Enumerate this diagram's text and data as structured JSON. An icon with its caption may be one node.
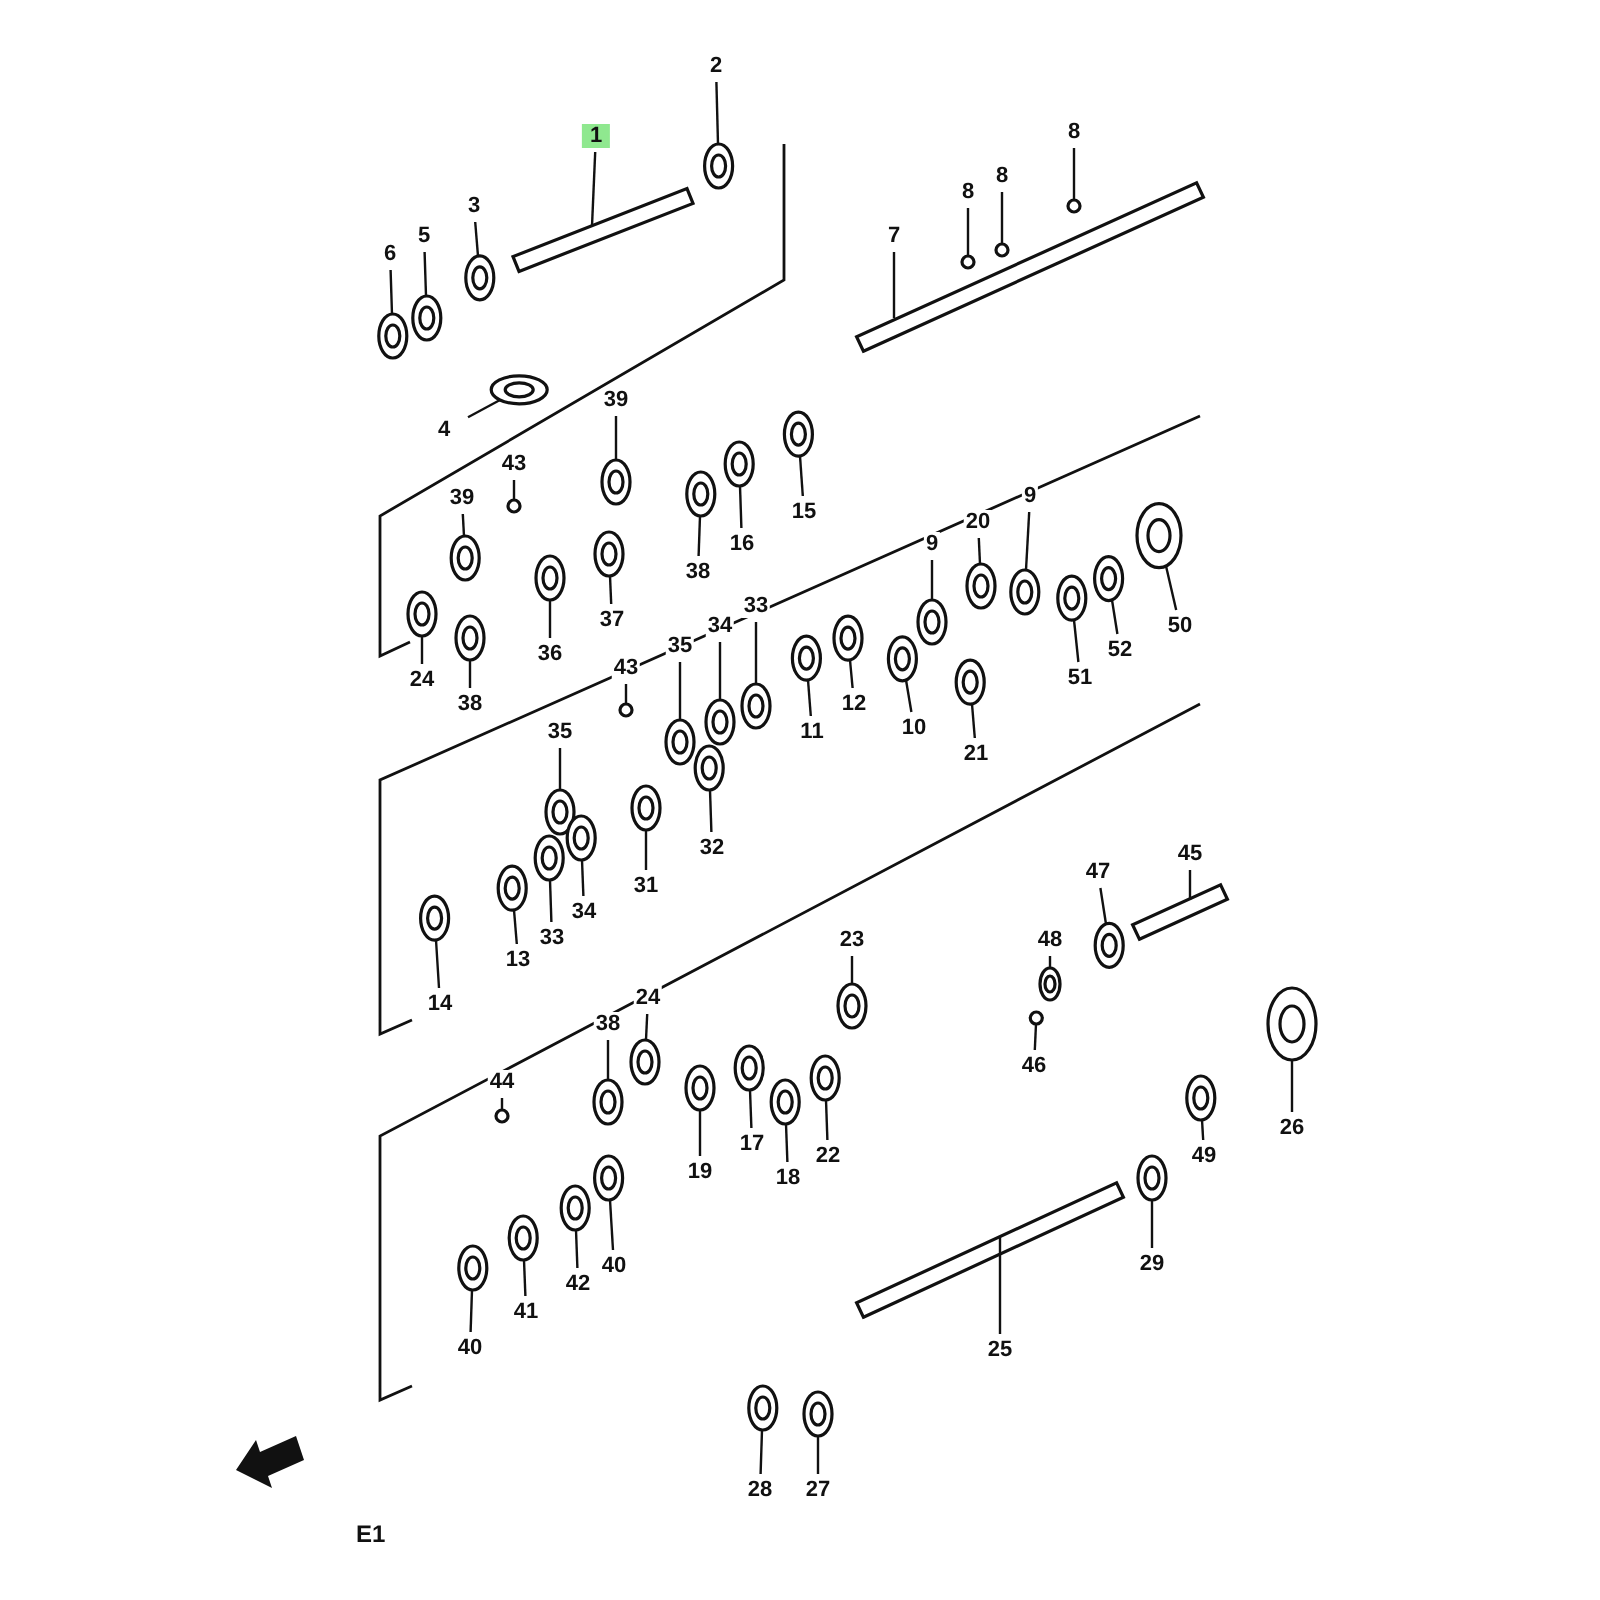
{
  "diagram": {
    "nodes": [
      {
        "text": [
          "1"
        ]
      },
      {
        "text": [
          "2"
        ]
      },
      {
        "text": [
          "3"
        ]
      },
      {
        "text": [
          "4"
        ]
      },
      {
        "text": [
          "5"
        ]
      },
      {
        "text": [
          "6"
        ]
      },
      {
        "text": [
          "7"
        ]
      },
      {
        "text": [
          "8"
        ]
      },
      {
        "text": [
          "8"
        ]
      },
      {
        "text": [
          "8"
        ]
      },
      {
        "text": [
          "39"
        ]
      },
      {
        "text": [
          "43"
        ]
      },
      {
        "text": [
          "39"
        ]
      },
      {
        "text": [
          "15"
        ]
      },
      {
        "text": [
          "16"
        ]
      },
      {
        "text": [
          "9"
        ]
      },
      {
        "text": [
          "20"
        ]
      },
      {
        "text": [
          "9"
        ]
      },
      {
        "text": [
          "38"
        ]
      },
      {
        "text": [
          "37"
        ]
      },
      {
        "text": [
          "36"
        ]
      },
      {
        "text": [
          "50"
        ]
      },
      {
        "text": [
          "52"
        ]
      },
      {
        "text": [
          "51"
        ]
      },
      {
        "text": [
          "24"
        ]
      },
      {
        "text": [
          "38"
        ]
      },
      {
        "text": [
          "33"
        ]
      },
      {
        "text": [
          "34"
        ]
      },
      {
        "text": [
          "35"
        ]
      },
      {
        "text": [
          "43"
        ]
      },
      {
        "text": [
          "12"
        ]
      },
      {
        "text": [
          "10"
        ]
      },
      {
        "text": [
          "11"
        ]
      },
      {
        "text": [
          "21"
        ]
      },
      {
        "text": [
          "35"
        ]
      },
      {
        "text": [
          "32"
        ]
      },
      {
        "text": [
          "31"
        ]
      },
      {
        "text": [
          "34"
        ]
      },
      {
        "text": [
          "33"
        ]
      },
      {
        "text": [
          "13"
        ]
      },
      {
        "text": [
          "14"
        ]
      },
      {
        "text": [
          "45"
        ]
      },
      {
        "text": [
          "47"
        ]
      },
      {
        "text": [
          "48"
        ]
      },
      {
        "text": [
          "23"
        ]
      },
      {
        "text": [
          "24"
        ]
      },
      {
        "text": [
          "38"
        ]
      },
      {
        "text": [
          "46"
        ]
      },
      {
        "text": [
          "44"
        ]
      },
      {
        "text": [
          "26"
        ]
      },
      {
        "text": [
          "22"
        ]
      },
      {
        "text": [
          "17"
        ]
      },
      {
        "text": [
          "19"
        ]
      },
      {
        "text": [
          "49"
        ]
      },
      {
        "text": [
          "18"
        ]
      },
      {
        "text": [
          "29"
        ]
      },
      {
        "text": [
          "40"
        ]
      },
      {
        "text": [
          "42"
        ]
      },
      {
        "text": [
          "41"
        ]
      },
      {
        "text": [
          "40"
        ]
      },
      {
        "text": [
          "25"
        ]
      },
      {
        "text": [
          "27"
        ]
      },
      {
        "text": [
          "28"
        ]
      },
      {
        "text": [],
        "shape": "bar"
      },
      {
        "text": [],
        "shape": "picture"
      },
      {
        "text": [],
        "shape": "picture"
      },
      {
        "text": [],
        "shape": "picture"
      },
      {
        "text": [],
        "shape": "picture"
      },
      {
        "text": [],
        "shape": "picture"
      },
      {
        "text": [],
        "shape": "bar"
      },
      {
        "text": [],
        "shape": "circle"
      },
      {
        "text": [],
        "shape": "circle"
      },
      {
        "text": [],
        "shape": "circle"
      },
      {
        "text": [],
        "shape": "picture"
      },
      {
        "text": [],
        "shape": "circle"
      },
      {
        "text": [],
        "shape": "picture"
      },
      {
        "text": [],
        "shape": "picture"
      },
      {
        "text": [],
        "shape": "picture"
      },
      {
        "text": [],
        "shape": "picture"
      },
      {
        "text": [],
        "shape": "picture"
      },
      {
        "text": [],
        "shape": "picture"
      },
      {
        "text": [],
        "shape": "picture"
      },
      {
        "text": [],
        "shape": "picture"
      },
      {
        "text": [],
        "shape": "picture"
      },
      {
        "text": [],
        "shape": "picture"
      },
      {
        "text": [],
        "shape": "picture"
      },
      {
        "text": [],
        "shape": "picture"
      },
      {
        "text": [],
        "shape": "picture"
      },
      {
        "text": [],
        "shape": "picture"
      },
      {
        "text": [],
        "shape": "picture"
      },
      {
        "text": [],
        "shape": "picture"
      },
      {
        "text": [],
        "shape": "picture"
      },
      {
        "text": [],
        "shape": "circle"
      },
      {
        "text": [],
        "shape": "picture"
      },
      {
        "text": [],
        "shape": "picture"
      },
      {
        "text": [],
        "shape": "picture"
      },
      {
        "text": [],
        "shape": "picture"
      },
      {
        "text": [],
        "shape": "picture"
      },
      {
        "text": [],
        "shape": "picture"
      },
      {
        "text": [],
        "shape": "picture"
      },
      {
        "text": [],
        "shape": "picture"
      },
      {
        "text": [],
        "shape": "picture"
      },
      {
        "text": [],
        "shape": "picture"
      },
      {
        "text": [],
        "shape": "picture"
      },
      {
        "text": [],
        "shape": "bar"
      },
      {
        "text": [],
        "shape": "picture"
      },
      {
        "text": [],
        "shape": "picture"
      },
      {
        "text": [],
        "shape": "picture"
      },
      {
        "text": [],
        "shape": "picture"
      },
      {
        "text": [],
        "shape": "picture"
      },
      {
        "text": [],
        "shape": "circle"
      },
      {
        "text": [],
        "shape": "circle"
      },
      {
        "text": [],
        "shape": "picture"
      },
      {
        "text": [],
        "shape": "picture"
      },
      {
        "text": [],
        "shape": "picture"
      },
      {
        "text": [],
        "shape": "picture"
      },
      {
        "text": [],
        "shape": "picture"
      },
      {
        "text": [],
        "shape": "picture"
      },
      {
        "text": [],
        "shape": "picture"
      },
      {
        "text": [],
        "shape": "picture"
      },
      {
        "text": [],
        "shape": "picture"
      },
      {
        "text": [],
        "shape": "picture"
      },
      {
        "text": [],
        "shape": "picture"
      },
      {
        "text": [],
        "shape": "bar"
      },
      {
        "text": [],
        "shape": "picture"
      },
      {
        "text": [],
        "shape": "picture"
      }
    ],
    "edges": [
      {
        "from": 0,
        "to": 63,
        "arrow": "none"
      },
      {
        "from": 1,
        "to": 64,
        "arrow": "none"
      },
      {
        "from": 2,
        "to": 65,
        "arrow": "none"
      },
      {
        "from": 3,
        "to": 66,
        "arrow": "none"
      },
      {
        "from": 4,
        "to": 67,
        "arrow": "none"
      },
      {
        "from": 5,
        "to": 68,
        "arrow": "none"
      },
      {
        "from": 6,
        "to": 69,
        "arrow": "none"
      },
      {
        "from": 7,
        "to": 70,
        "arrow": "none"
      },
      {
        "from": 8,
        "to": 71,
        "arrow": "none"
      },
      {
        "from": 9,
        "to": 72,
        "arrow": "none"
      },
      {
        "from": 10,
        "to": 73,
        "arrow": "none"
      },
      {
        "from": 11,
        "to": 74,
        "arrow": "none"
      },
      {
        "from": 12,
        "to": 75,
        "arrow": "none"
      },
      {
        "from": 13,
        "to": 76,
        "arrow": "none"
      },
      {
        "from": 14,
        "to": 77,
        "arrow": "none"
      },
      {
        "from": 15,
        "to": 78,
        "arrow": "none"
      },
      {
        "from": 16,
        "to": 79,
        "arrow": "none"
      },
      {
        "from": 17,
        "to": 80,
        "arrow": "none"
      },
      {
        "from": 18,
        "to": 81,
        "arrow": "none"
      },
      {
        "from": 19,
        "to": 82,
        "arrow": "none"
      },
      {
        "from": 20,
        "to": 83,
        "arrow": "none"
      },
      {
        "from": 21,
        "to": 84,
        "arrow": "none"
      },
      {
        "from": 22,
        "to": 85,
        "arrow": "none"
      },
      {
        "from": 23,
        "to": 86,
        "arrow": "none"
      },
      {
        "from": 24,
        "to": 87,
        "arrow": "none"
      },
      {
        "from": 25,
        "to": 88,
        "arrow": "none"
      },
      {
        "from": 26,
        "to": 89,
        "arrow": "none"
      },
      {
        "from": 27,
        "to": 90,
        "arrow": "none"
      },
      {
        "from": 28,
        "to": 91,
        "arrow": "none"
      },
      {
        "from": 29,
        "to": 92,
        "arrow": "none"
      },
      {
        "from": 30,
        "to": 93,
        "arrow": "none"
      },
      {
        "from": 31,
        "to": 94,
        "arrow": "none"
      },
      {
        "from": 32,
        "to": 95,
        "arrow": "none"
      },
      {
        "from": 33,
        "to": 96,
        "arrow": "none"
      },
      {
        "from": 34,
        "to": 97,
        "arrow": "none"
      },
      {
        "from": 35,
        "to": 98,
        "arrow": "none"
      },
      {
        "from": 36,
        "to": 99,
        "arrow": "none"
      },
      {
        "from": 37,
        "to": 100,
        "arrow": "none"
      },
      {
        "from": 38,
        "to": 101,
        "arrow": "none"
      },
      {
        "from": 39,
        "to": 102,
        "arrow": "none"
      },
      {
        "from": 40,
        "to": 103,
        "arrow": "none"
      },
      {
        "from": 41,
        "to": 104,
        "arrow": "none"
      },
      {
        "from": 42,
        "to": 105,
        "arrow": "none"
      },
      {
        "from": 43,
        "to": 106,
        "arrow": "none"
      },
      {
        "from": 44,
        "to": 107,
        "arrow": "none"
      },
      {
        "from": 45,
        "to": 108,
        "arrow": "none"
      },
      {
        "from": 46,
        "to": 109,
        "arrow": "none"
      },
      {
        "from": 47,
        "to": 110,
        "arrow": "none"
      },
      {
        "from": 48,
        "to": 111,
        "arrow": "none"
      },
      {
        "from": 49,
        "to": 112,
        "arrow": "none"
      },
      {
        "from": 50,
        "to": 113,
        "arrow": "none"
      },
      {
        "from": 51,
        "to": 114,
        "arrow": "none"
      },
      {
        "from": 52,
        "to": 115,
        "arrow": "none"
      },
      {
        "from": 53,
        "to": 116,
        "arrow": "none"
      },
      {
        "from": 54,
        "to": 117,
        "arrow": "none"
      },
      {
        "from": 55,
        "to": 118,
        "arrow": "none"
      },
      {
        "from": 56,
        "to": 119,
        "arrow": "none"
      },
      {
        "from": 57,
        "to": 120,
        "arrow": "none"
      },
      {
        "from": 58,
        "to": 121,
        "arrow": "none"
      },
      {
        "from": 59,
        "to": 122,
        "arrow": "none"
      },
      {
        "from": 60,
        "to": 123,
        "arrow": "none"
      },
      {
        "from": 61,
        "to": 124,
        "arrow": "none"
      },
      {
        "from": 62,
        "to": 125,
        "arrow": "none"
      }
    ],
    "labels": [
      "E1"
    ]
  }
}
